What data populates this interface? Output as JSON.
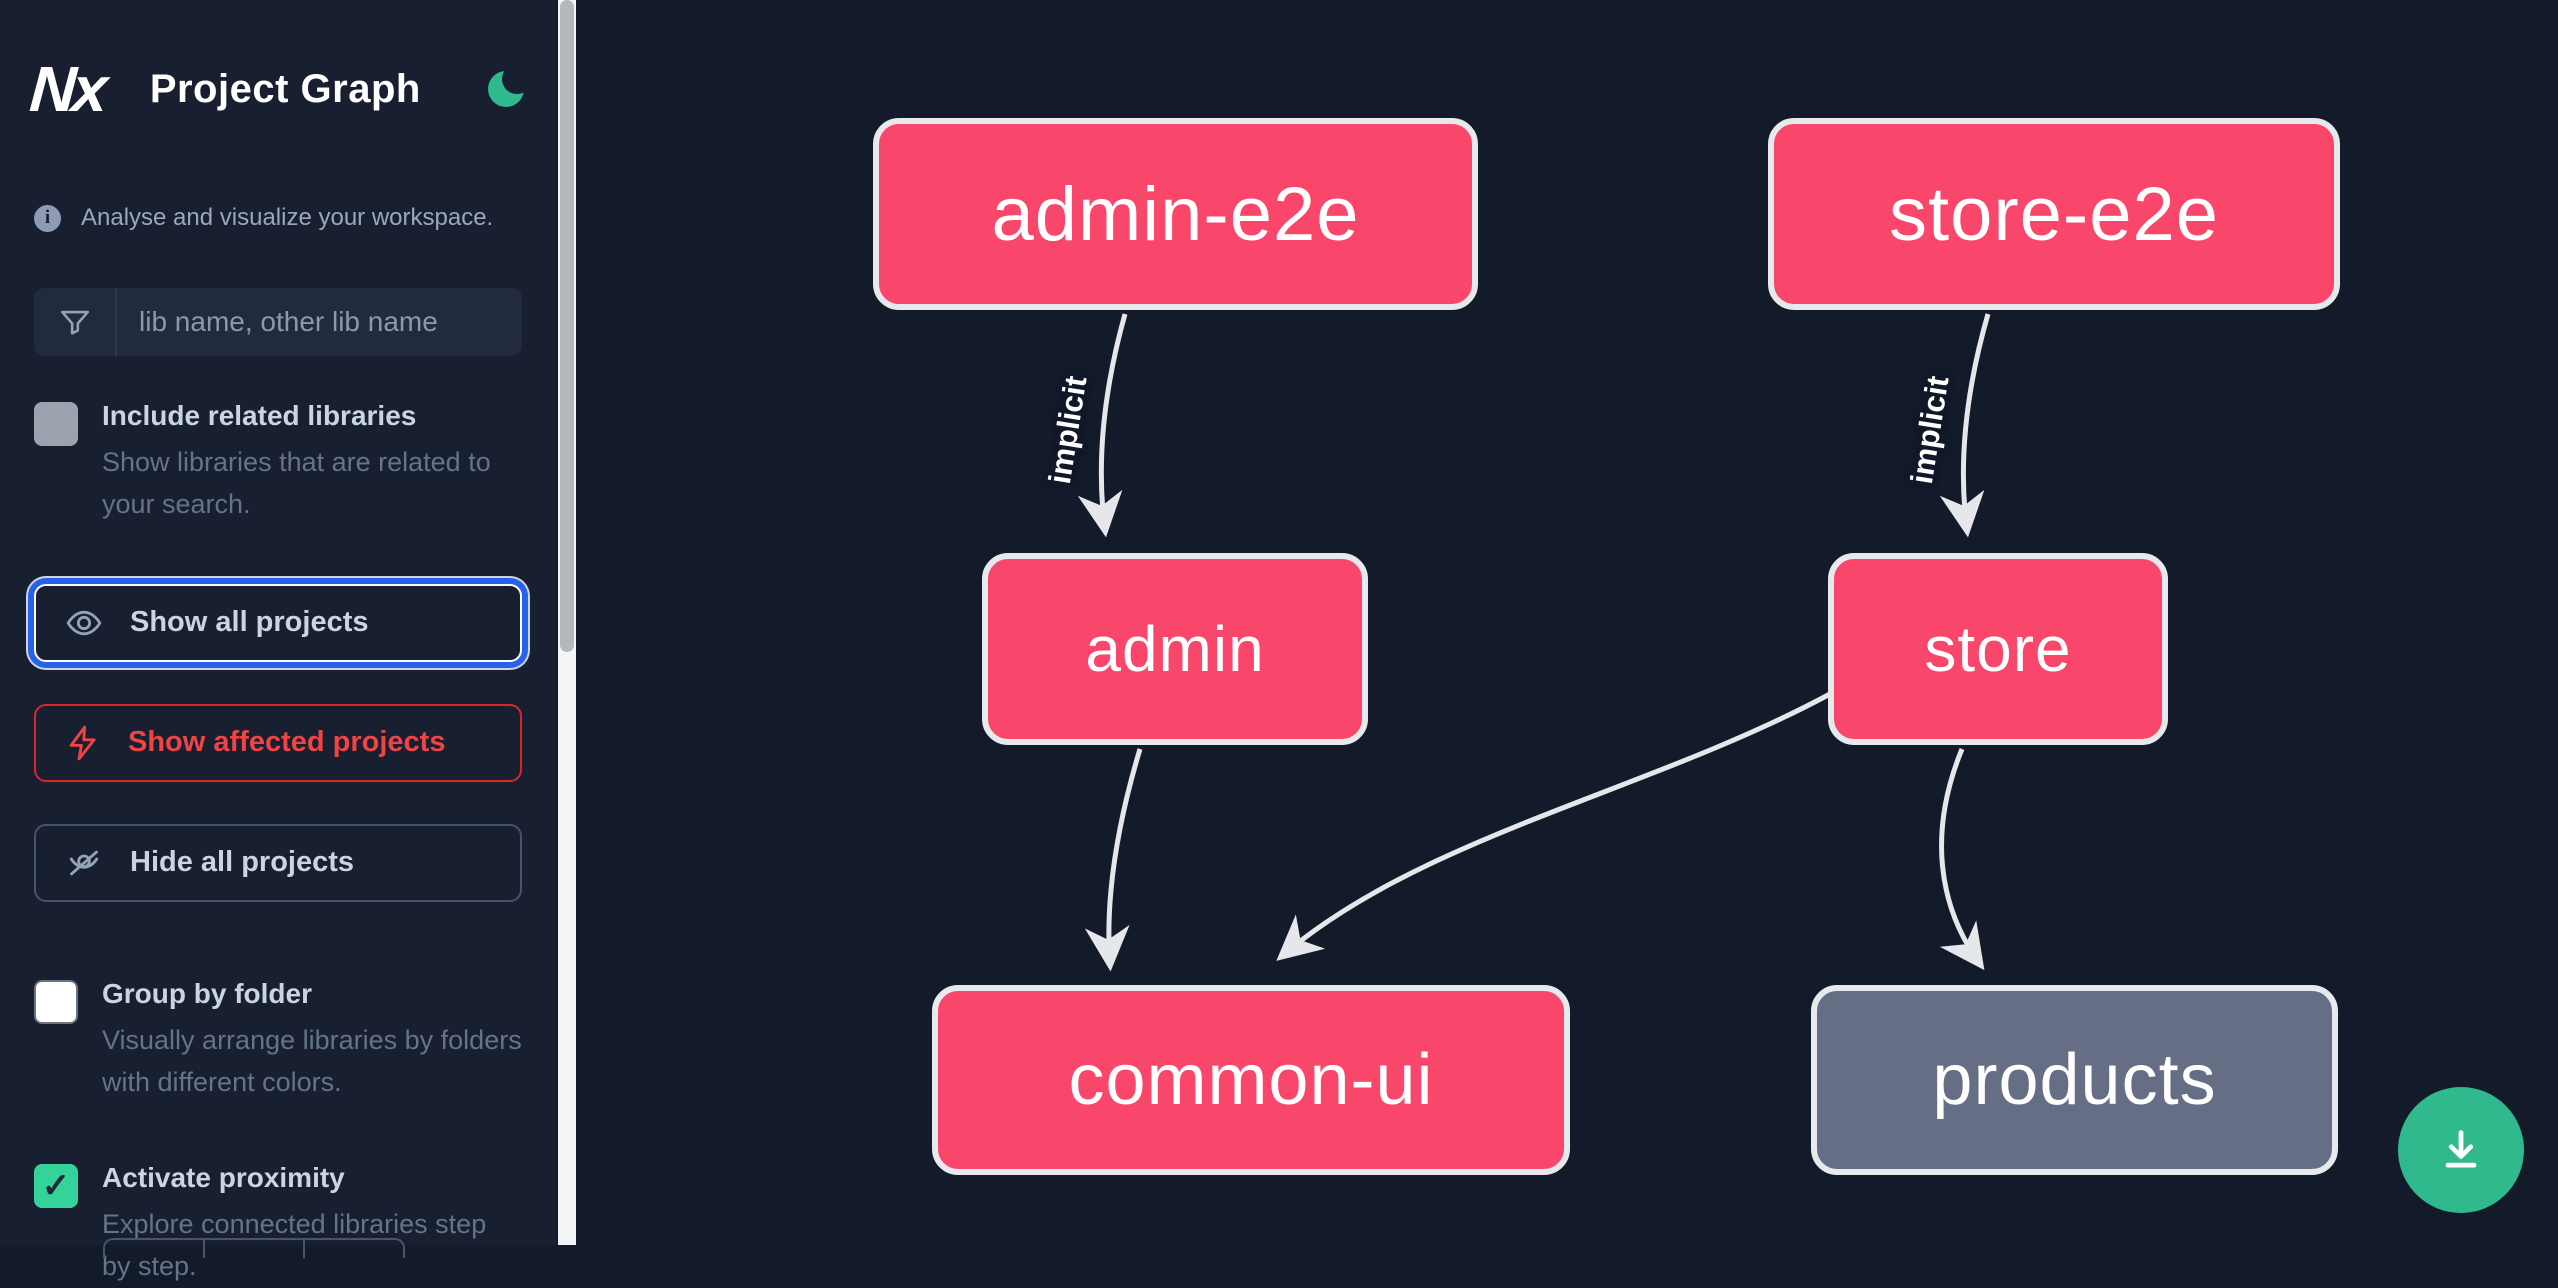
{
  "header": {
    "logo_text": "Nx",
    "app_title": "Project Graph",
    "theme_toggle": "dark-mode-moon"
  },
  "sidebar": {
    "tagline": "Analyse and visualize your workspace.",
    "search": {
      "placeholder": "lib name, other lib name",
      "value": ""
    },
    "checkboxes": [
      {
        "label": "Include related libraries",
        "description": "Show libraries that are related to your search.",
        "checked": false
      },
      {
        "label": "Group by folder",
        "description": "Visually arrange libraries by folders with different colors.",
        "checked": false
      },
      {
        "label": "Activate proximity",
        "description": "Explore connected libraries step by step.",
        "checked": true,
        "check_glyph": "✓"
      }
    ],
    "buttons": [
      {
        "label": "Show all projects",
        "icon": "eye",
        "state": "focused"
      },
      {
        "label": "Show affected projects",
        "icon": "lightning-bolt",
        "variant": "danger"
      },
      {
        "label": "Hide all projects",
        "icon": "eye-off",
        "variant": "default"
      }
    ]
  },
  "graph": {
    "nodes": [
      {
        "id": "admin-e2e",
        "label": "admin-e2e",
        "kind": "e2e-app",
        "color": "#f9476b"
      },
      {
        "id": "store-e2e",
        "label": "store-e2e",
        "kind": "e2e-app",
        "color": "#f9476b"
      },
      {
        "id": "admin",
        "label": "admin",
        "kind": "app",
        "color": "#f9476b"
      },
      {
        "id": "store",
        "label": "store",
        "kind": "app",
        "color": "#f9476b"
      },
      {
        "id": "common-ui",
        "label": "common-ui",
        "kind": "lib",
        "color": "#f9476b"
      },
      {
        "id": "products",
        "label": "products",
        "kind": "lib",
        "color": "#656e85"
      }
    ],
    "edges": [
      {
        "from": "admin-e2e",
        "to": "admin",
        "label": "implicit"
      },
      {
        "from": "store-e2e",
        "to": "store",
        "label": "implicit"
      },
      {
        "from": "admin",
        "to": "common-ui",
        "label": ""
      },
      {
        "from": "store",
        "to": "common-ui",
        "label": ""
      },
      {
        "from": "store",
        "to": "products",
        "label": ""
      }
    ]
  },
  "fab": {
    "action": "download-graph-image",
    "icon": "download"
  },
  "colors": {
    "canvas_bg": "#131b2b",
    "sidebar_bg": "#171f30",
    "node_pink": "#f9476b",
    "node_gray": "#656e85",
    "node_border": "#e7e9ec",
    "edge": "#e5e7eb",
    "accent_blue": "#2563eb",
    "danger_red": "#ef4444",
    "green": "#2fb98c",
    "check_green": "#34d399"
  }
}
